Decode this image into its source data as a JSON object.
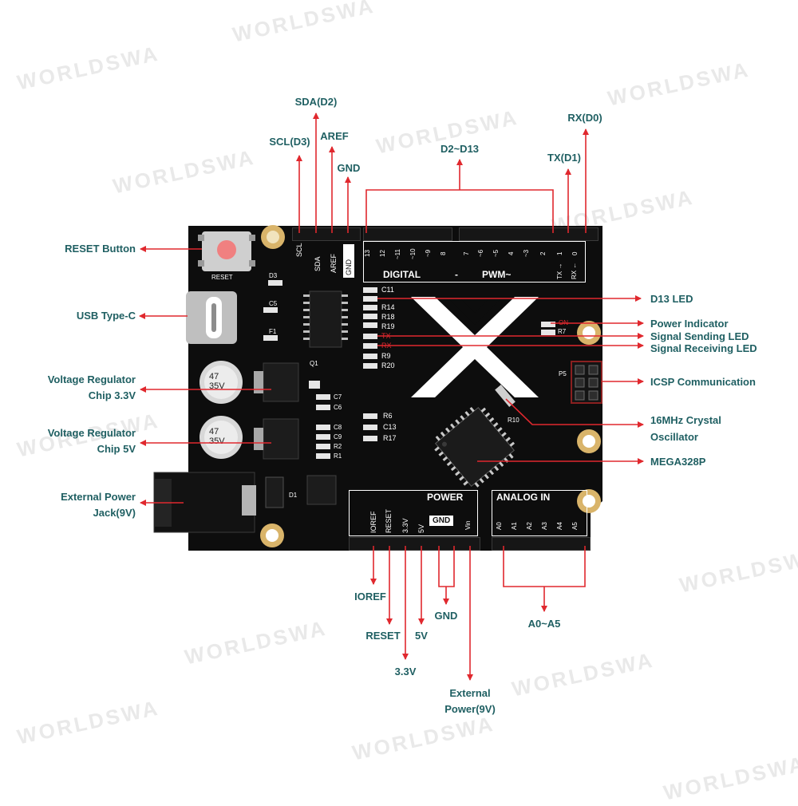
{
  "board": {
    "reset_silk": "RESET",
    "digital_silk": "DIGITAL",
    "digital_dash": "-",
    "pwm_silk": "PWM~",
    "power_silk": "POWER",
    "analog_silk": "ANALOG IN",
    "gnd_chip": "GND",
    "tx_silk": "TX →",
    "rx_silk": "RX ←",
    "on_silk": "ON",
    "d3_silk": "D3",
    "c5_silk": "C5",
    "f1_silk": "F1",
    "q1_silk": "Q1",
    "d1_silk": "D1",
    "p5_silk": "P5",
    "r7_silk": "R7",
    "crystal_silk": "R10",
    "cap_small": [
      "C11",
      "R14",
      "R18",
      "R19",
      "TX",
      "RX",
      "R9",
      "R20"
    ],
    "cap_mid": [
      "R6",
      "C13",
      "R17"
    ],
    "cap_left": [
      "C7",
      "C8",
      "C9",
      "C6",
      "R2",
      "R1"
    ],
    "cap_top_label": "47\n35V",
    "power_pins": [
      "IOREF",
      "RESET",
      "3.3V",
      "5V",
      "GND",
      "Vin"
    ],
    "analog_pins": [
      "A0",
      "A1",
      "A2",
      "A3",
      "A4",
      "A5"
    ],
    "digital_pins": [
      "13",
      "12",
      "~11",
      "~10",
      "~9",
      "8",
      "7",
      "~6",
      "~5",
      "4",
      "~3",
      "2",
      "1",
      "0"
    ],
    "top_left_pins": [
      "SCL",
      "SDA",
      "AREF",
      "GND"
    ],
    "cap1": {
      "line1": "47",
      "line2": "35V"
    },
    "cap2": {
      "line1": "47",
      "line2": "35V"
    }
  },
  "labels": {
    "sda": "SDA(D2)",
    "scl": "SCL(D3)",
    "aref": "AREF",
    "gnd_top": "GND",
    "d2_d13": "D2~D13",
    "tx": "TX(D1)",
    "rx": "RX(D0)",
    "reset_button": "RESET Button",
    "usb": "USB Type-C",
    "vreg33_line1": "Voltage Regulator",
    "vreg33_line2": "Chip 3.3V",
    "vreg5_line1": "Voltage Regulator",
    "vreg5_line2": "Chip 5V",
    "jack_line1": "External Power",
    "jack_line2": "Jack(9V)",
    "d13_led": "D13 LED",
    "power_indicator": "Power Indicator",
    "signal_sending": "Signal Sending LED",
    "signal_receiving": "Signal Receiving LED",
    "icsp": "ICSP Communication",
    "crystal_line1": "16MHz Crystal",
    "crystal_line2": "Oscillator",
    "mega": "MEGA328P",
    "ioref": "IOREF",
    "reset_pin": "RESET",
    "v33": "3.3V",
    "v5": "5V",
    "gnd_bottom": "GND",
    "a0_a5": "A0~A5",
    "ext_power_line1": "External",
    "ext_power_line2": "Power(9V)"
  },
  "watermark": "WORLDSWA",
  "colors": {
    "arrow": "#e0282e",
    "label": "#1f5f62",
    "board": "#0d0d0d",
    "silk": "#ffffff",
    "gold": "#d9b46a",
    "reset_button": "#f08080"
  }
}
